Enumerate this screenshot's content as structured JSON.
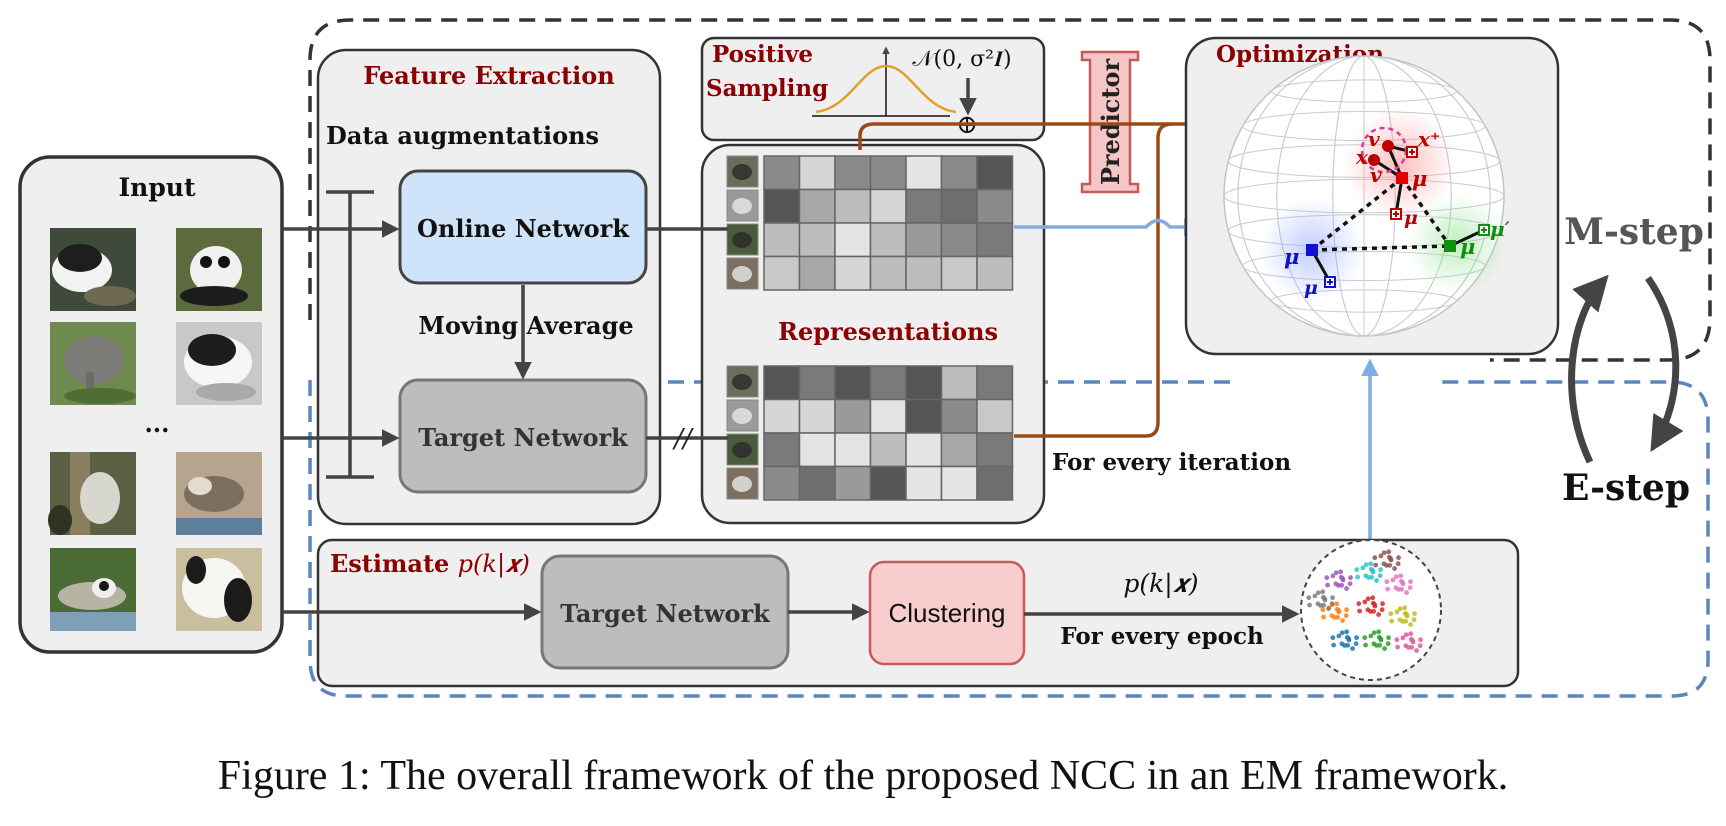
{
  "input": {
    "title": "Input",
    "ellipsis": "..."
  },
  "feature_extraction": {
    "title": "Feature Extraction",
    "data_augmentations": "Data augmentations",
    "online_network": "Online Network",
    "moving_average": "Moving Average",
    "target_network": "Target Network"
  },
  "positive_sampling": {
    "title_line1": "Positive",
    "title_line2": "Sampling",
    "noise_label": "𝒩(0, σ²𝑰)",
    "plus_symbol": "⊕"
  },
  "representations": {
    "title": "Representations",
    "stop_grad": "//"
  },
  "predictor": {
    "label": "Predictor"
  },
  "optimization": {
    "title": "Optimization",
    "labels": {
      "x": "x",
      "v1": "v",
      "x_plus": "x⁺",
      "v2": "v",
      "mu_red": "μ",
      "mu_red_plus": "μ",
      "mu_blue": "μ",
      "mu_blue_plus": "μ",
      "mu_green": "μ",
      "mu_green_prime": "μ′"
    }
  },
  "iteration_label": "For every iteration",
  "steps": {
    "m_step": "M-step",
    "e_step": "E-step"
  },
  "estimate": {
    "title_prefix": "Estimate ",
    "title_formula": "p(k|𝒙)",
    "target_network": "Target Network",
    "clustering": "Clustering",
    "pkx": "p(k|𝒙)",
    "epoch_label": "For every epoch"
  },
  "colors": {
    "title_red": "#8b0000",
    "online_fill": "#cfe4fb",
    "target_fill": "#bdbdbd",
    "clustering_fill": "#f7cdcd",
    "brown_arrow": "#9c4a14",
    "blue_arrow": "#7faee0",
    "dark": "#444444",
    "panel_fill": "#efefef"
  },
  "caption": "Figure 1: The overall framework of the proposed NCC in an EM framework."
}
